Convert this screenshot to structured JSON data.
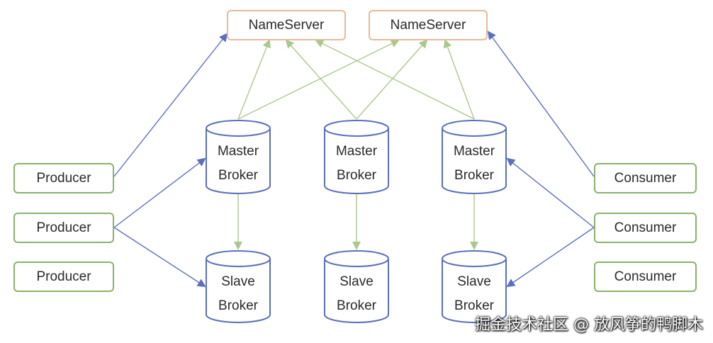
{
  "nameservers": [
    {
      "label": "NameServer"
    },
    {
      "label": "NameServer"
    }
  ],
  "producers": [
    {
      "label": "Producer"
    },
    {
      "label": "Producer"
    },
    {
      "label": "Producer"
    }
  ],
  "consumers": [
    {
      "label": "Consumer"
    },
    {
      "label": "Consumer"
    },
    {
      "label": "Consumer"
    }
  ],
  "brokers": [
    {
      "master": [
        "Master",
        "Broker"
      ],
      "slave": [
        "Slave",
        "Broker"
      ]
    },
    {
      "master": [
        "Master",
        "Broker"
      ],
      "slave": [
        "Slave",
        "Broker"
      ]
    },
    {
      "master": [
        "Master",
        "Broker"
      ],
      "slave": [
        "Slave",
        "Broker"
      ]
    }
  ],
  "watermark": "掘金技术社区 @ 放风筝的鸭脚木",
  "colors": {
    "nameserver_border": "#e7b899",
    "client_border": "#8bb26b",
    "broker_stroke": "#5a6fb8",
    "blue_arrow": "#5b6fbf",
    "green_arrow": "#a9c98c"
  }
}
